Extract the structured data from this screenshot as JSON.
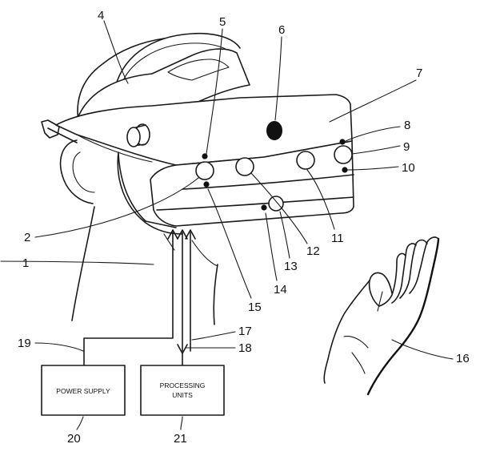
{
  "figure": {
    "labels": {
      "n1": "1",
      "n2": "2",
      "n4": "4",
      "n5": "5",
      "n6": "6",
      "n7": "7",
      "n8": "8",
      "n9": "9",
      "n10": "10",
      "n11": "11",
      "n12": "12",
      "n13": "13",
      "n14": "14",
      "n15": "15",
      "n16": "16",
      "n17": "17",
      "n18": "18",
      "n19": "19",
      "n20": "20",
      "n21": "21"
    },
    "boxes": {
      "power_supply": "POWER SUPPLY",
      "processing_line1": "PROCESSING",
      "processing_line2": "UNITS"
    }
  }
}
